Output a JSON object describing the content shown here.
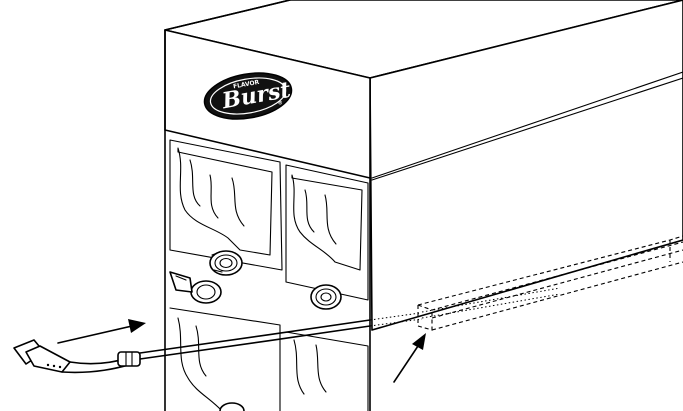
{
  "logo": {
    "top_text": "FLAVOR",
    "main_text": "Burst",
    "trademark": "®"
  },
  "colors": {
    "ink": "#000000",
    "paper": "#ffffff"
  },
  "icons": {
    "arrow_left": "arrow-pointing-to-tube",
    "arrow_right": "arrow-pointing-to-channel"
  }
}
